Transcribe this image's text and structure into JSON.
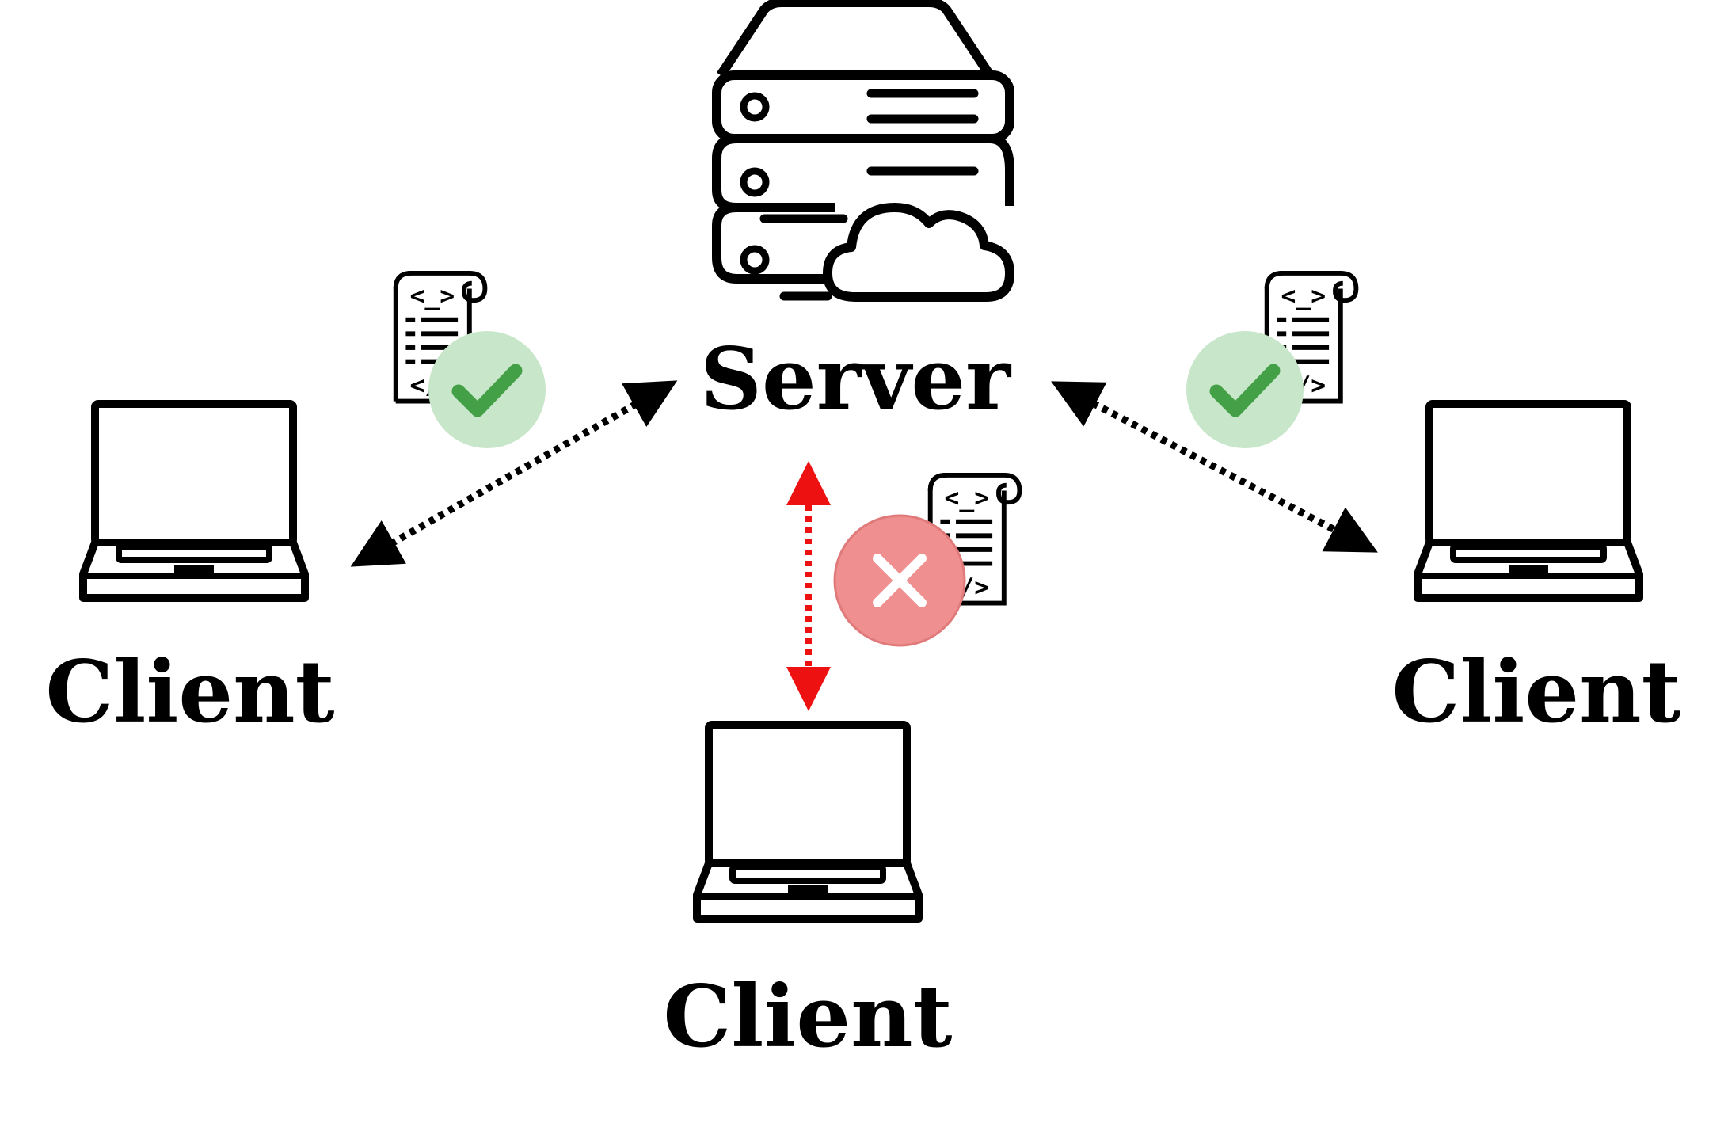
{
  "labels": {
    "server": "Server",
    "client_left": "Client",
    "client_right": "Client",
    "client_bottom": "Client"
  },
  "links": [
    {
      "from": "server",
      "to": "client_left",
      "style": "dotted",
      "color": "#000000",
      "status": "accepted"
    },
    {
      "from": "server",
      "to": "client_right",
      "style": "dotted",
      "color": "#000000",
      "status": "accepted"
    },
    {
      "from": "server",
      "to": "client_bottom",
      "style": "dotted",
      "color": "#ee1111",
      "status": "rejected"
    }
  ],
  "badges": {
    "accepted_icon": "check-circle-icon",
    "accepted_color": "#c8e6c9",
    "accepted_mark_color": "#43a047",
    "rejected_icon": "x-circle-icon",
    "rejected_color": "#ef8f8f",
    "rejected_mark_color": "#ffffff"
  },
  "icons": {
    "server": "server-cloud-icon",
    "client": "laptop-icon",
    "script": "code-scroll-icon"
  },
  "scroll_text": {
    "top": "<_>",
    "bottom": "</>"
  }
}
